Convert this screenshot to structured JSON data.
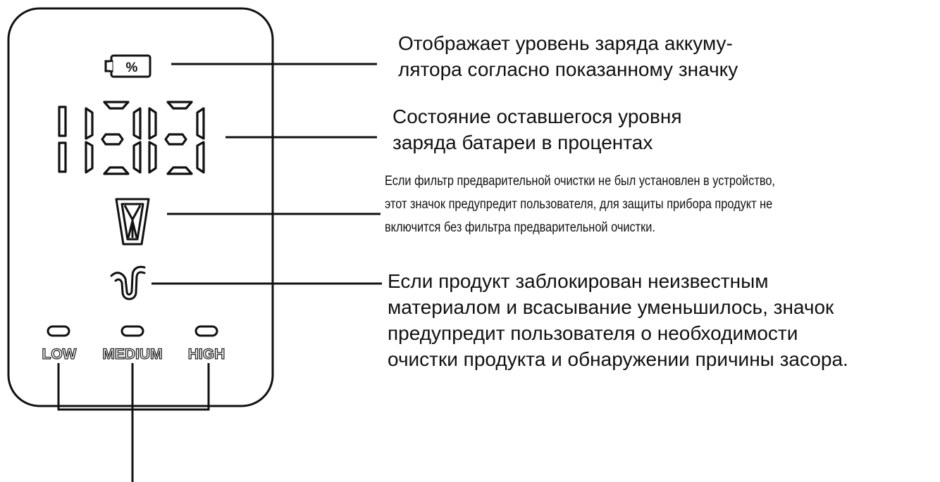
{
  "panel": {
    "battery_symbol": "%",
    "speed_labels": {
      "low": "LOW",
      "medium": "MEDIUM",
      "high": "HIGH"
    }
  },
  "icons": [
    "battery-percent-icon",
    "seven-segment-display",
    "prefilter-icon",
    "blockage-pipe-icon",
    "speed-indicator-led"
  ],
  "descriptions": {
    "battery": {
      "line1": "Отображает уровень заряда аккуму-",
      "line2": "лятора согласно показанному значку"
    },
    "percent": {
      "line1": "Состояние оставшегося уровня",
      "line2": "заряда батареи в процентах"
    },
    "filter": {
      "line1": "Если фильтр предварительной очистки не был установлен в устройство,",
      "line2": "этот значок предупредит пользователя, для защиты прибора продукт не",
      "line3": "включится без фильтра предварительной очистки."
    },
    "blockage": {
      "line1": "Если продукт заблокирован неизвестным",
      "line2": "материалом и всасывание уменьшилось, значок",
      "line3": "предупредит пользователя о необходимости",
      "line4": "очистки продукта и обнаружении причины засора."
    }
  }
}
